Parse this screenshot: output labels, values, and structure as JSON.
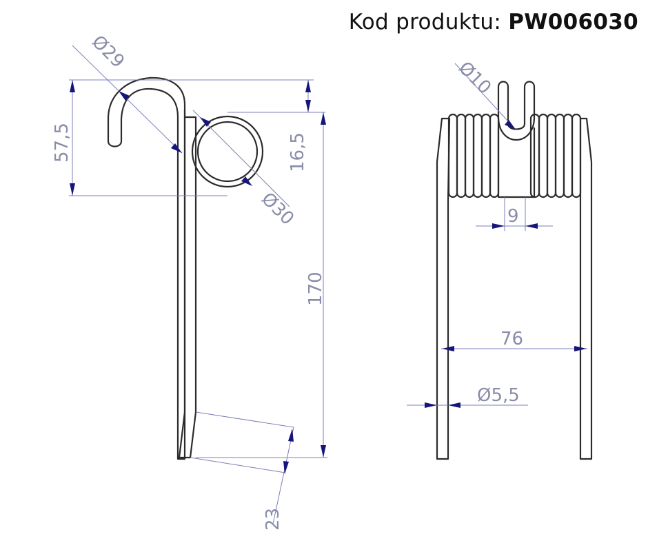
{
  "header": {
    "label": "Kod produktu:",
    "code": "PW006030"
  },
  "dimensions": {
    "hook_diameter": "Ø29",
    "height_top": "57,5",
    "offset": "16,5",
    "coil_diameter": "Ø30",
    "length": "170",
    "tip": "23",
    "inner_diameter": "Ø10",
    "gap": "9",
    "width": "76",
    "wire_diameter": "Ø5,5"
  },
  "colors": {
    "part_stroke": "#2b2b2b",
    "dimension_line": "#7b7fb8",
    "arrow": "#15157a",
    "dimension_text": "#8a8da8"
  }
}
